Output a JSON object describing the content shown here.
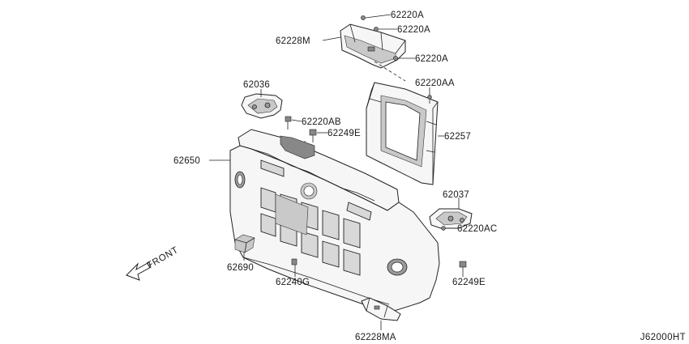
{
  "labels": {
    "p62220A_1": "62220A",
    "p62220A_2": "62220A",
    "p62228M": "62228M",
    "p62220A_3": "62220A",
    "p62220AA": "62220AA",
    "p62036": "62036",
    "p62220AB": "62220AB",
    "p62249E_1": "62249E",
    "p62257": "62257",
    "p62650": "62650",
    "p62037": "62037",
    "p62220AC": "62220AC",
    "p62690": "62690",
    "p62240G": "62240G",
    "p62249E_2": "62249E",
    "p62228MA": "62228MA"
  },
  "front_label": "FRONT",
  "diagram_code": "J62000HT"
}
